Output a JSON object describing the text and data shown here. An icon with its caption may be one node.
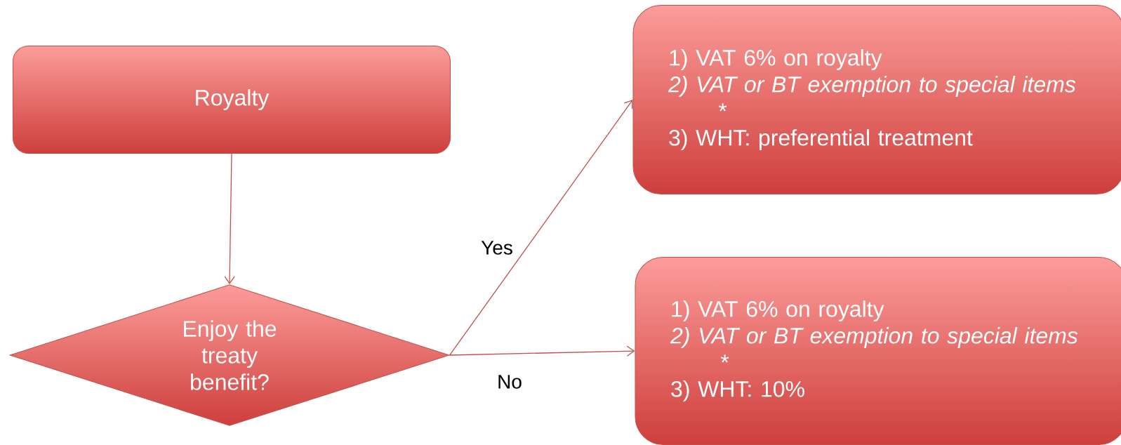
{
  "diagram": {
    "nodes": [
      {
        "text": [
          "Royalty"
        ]
      },
      {
        "text": [
          "Enjoy the treaty benefit?"
        ]
      },
      {
        "text": [
          "1) VAT 6% on royalty",
          "2) VAT or BT exemption to special items *",
          "3) WHT: preferential treatment"
        ]
      },
      {
        "text": [
          "1) VAT 6% on royalty",
          "2) VAT or BT exemption to special items *",
          "3) WHT: 10%"
        ]
      }
    ],
    "edges": [
      {
        "from": 0,
        "to": 1,
        "arrow": "to"
      },
      {
        "from": 1,
        "to": 2,
        "arrow": "to",
        "label": "Yes"
      },
      {
        "from": 1,
        "to": 3,
        "arrow": "to",
        "label": "No"
      }
    ]
  }
}
